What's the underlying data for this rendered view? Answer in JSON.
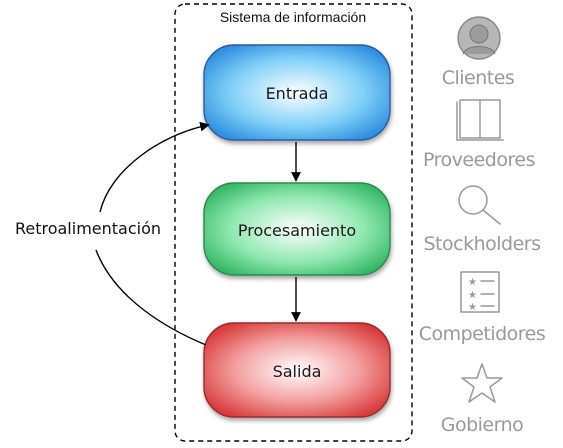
{
  "system": {
    "title": "Sistema de información"
  },
  "nodes": {
    "input": {
      "label": "Entrada",
      "color": "#3aa0f0"
    },
    "process": {
      "label": "Procesamiento",
      "color": "#3cc46a"
    },
    "output": {
      "label": "Salida",
      "color": "#e24a4a"
    }
  },
  "feedback": {
    "label": "Retroalimentación"
  },
  "entities": [
    {
      "label": "Clientes",
      "icon": "person-icon"
    },
    {
      "label": "Proveedores",
      "icon": "book-icon"
    },
    {
      "label": "Stockholders",
      "icon": "magnifier-icon"
    },
    {
      "label": "Competidores",
      "icon": "checklist-icon"
    },
    {
      "label": "Gobierno",
      "icon": "star-icon"
    }
  ]
}
